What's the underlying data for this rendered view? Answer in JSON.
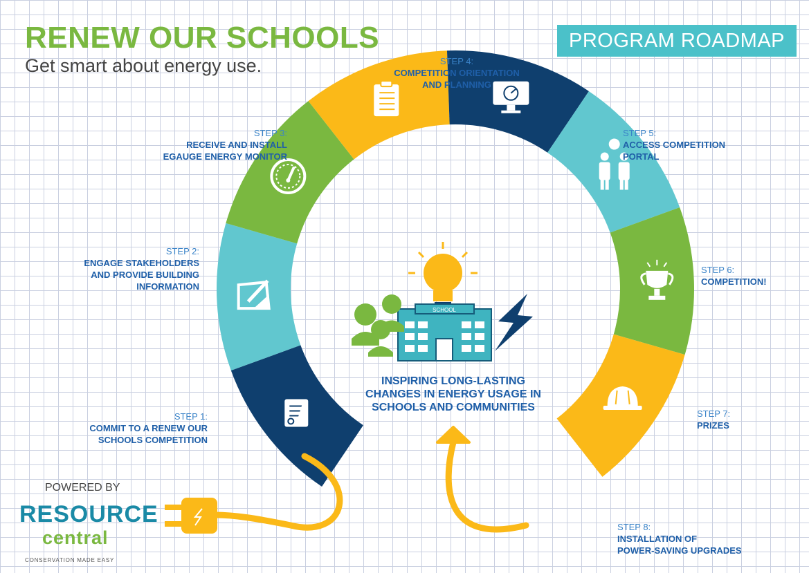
{
  "header": {
    "title": "RENEW OUR SCHOOLS",
    "subtitle": "Get smart about energy use.",
    "badge": "PROGRAM ROADMAP"
  },
  "steps": [
    {
      "number": "STEP 1:",
      "label": "COMMIT TO A RENEW OUR\nSCHOOLS COMPETITION",
      "icon": "contract-icon",
      "color": "#0f3f6e"
    },
    {
      "number": "STEP 2:",
      "label": "ENGAGE STAKEHOLDERS\nAND PROVIDE BUILDING\nINFORMATION",
      "icon": "blueprint-icon",
      "color": "#61c7cf"
    },
    {
      "number": "STEP 3:",
      "label": "RECEIVE AND INSTALL\nEGAUGE ENERGY MONITOR",
      "icon": "gauge-icon",
      "color": "#7ab840"
    },
    {
      "number": "STEP 4:",
      "label": "COMPETITION ORIENTATION\nAND PLANNING",
      "icon": "clipboard-icon",
      "color": "#fbb918"
    },
    {
      "number": "STEP 5:",
      "label": "ACCESS COMPETITION\nPORTAL",
      "icon": "monitor-icon",
      "color": "#0f3f6e"
    },
    {
      "number": "STEP 6:",
      "label": "COMPETITION!",
      "icon": "people-idea-icon",
      "color": "#61c7cf"
    },
    {
      "number": "STEP 7:",
      "label": "PRIZES",
      "icon": "trophy-icon",
      "color": "#7ab840"
    },
    {
      "number": "STEP 8:",
      "label": "INSTALLATION OF\nPOWER-SAVING UPGRADES",
      "icon": "hardhat-icon",
      "color": "#fbb918"
    }
  ],
  "center": {
    "text": "INSPIRING LONG-LASTING\nCHANGES IN ENERGY USAGE IN\nSCHOOLS AND COMMUNITIES",
    "school_sign": "SCHOOL"
  },
  "footer": {
    "powered_by": "POWERED BY",
    "logo_top": "RESOURCE",
    "logo_bottom": "central",
    "tagline": "CONSERVATION MADE EASY"
  }
}
